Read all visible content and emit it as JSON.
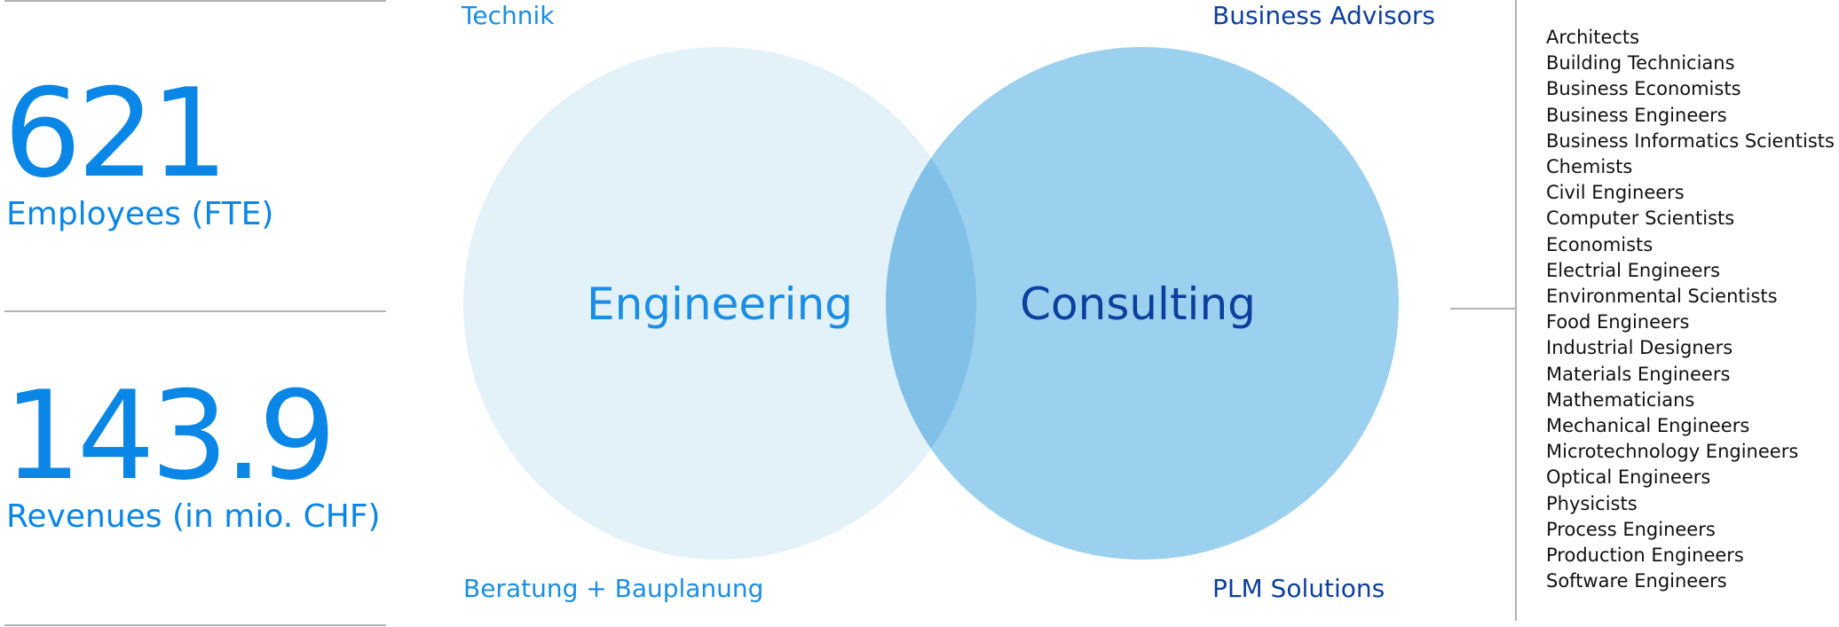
{
  "stats": {
    "employees": {
      "value": "621",
      "label": "Employees (FTE)"
    },
    "revenues": {
      "value": "143.9",
      "label": "Revenues (in mio. CHF)"
    }
  },
  "venn": {
    "left": {
      "label": "Engineering",
      "top_label": "Technik",
      "bottom_label": "Beratung + Bauplanung"
    },
    "right": {
      "label": "Consulting",
      "top_label": "Business Advisors",
      "bottom_label": "PLM Solutions"
    }
  },
  "colors": {
    "accent_blue": "#0a86e6",
    "dark_blue": "#0d3f9e",
    "left_circle": "#e3f1f9",
    "right_circle": "#9bd0ee",
    "overlap": "#81c1e8",
    "rule": "#b3b3b3"
  },
  "professions": [
    "Architects",
    "Building Technicians",
    "Business Economists",
    "Business Engineers",
    "Business Informatics Scientists",
    "Chemists",
    "Civil Engineers",
    "Computer Scientists",
    "Economists",
    "Electrial Engineers",
    "Environmental Scientists",
    "Food Engineers",
    "Industrial Designers",
    "Materials Engineers",
    "Mathematicians",
    "Mechanical Engineers",
    "Microtechnology Engineers",
    "Optical Engineers",
    "Physicists",
    "Process Engineers",
    "Production Engineers",
    "Software Engineers"
  ]
}
